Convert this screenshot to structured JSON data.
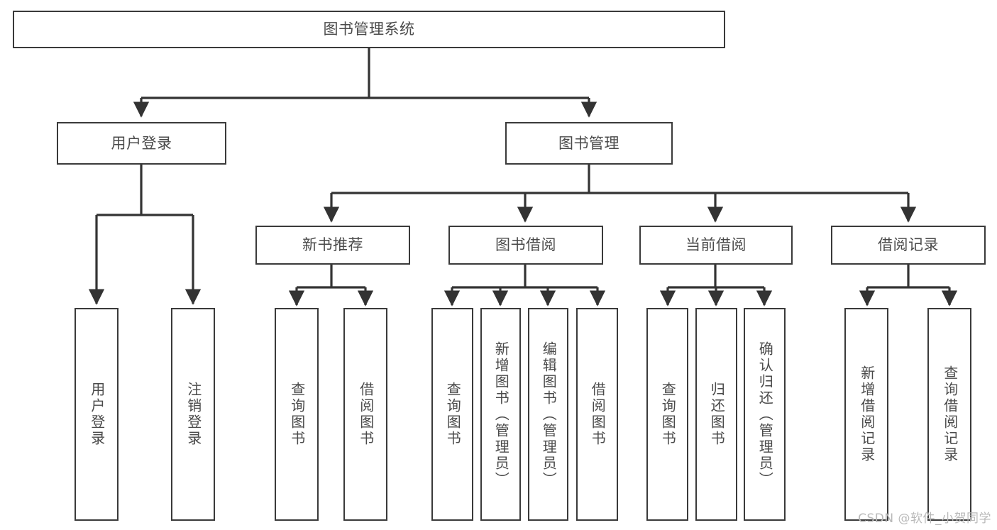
{
  "diagram": {
    "title": "图书管理系统",
    "watermark": "CSDN @软件_小贺同学",
    "colors": {
      "border": "#3a3a3a",
      "text": "#4a4a4a",
      "background": "#ffffff",
      "edge": "#333333",
      "watermark": "#b9b9b9"
    },
    "nodes": {
      "root": {
        "label": "图书管理系统",
        "level": 1,
        "orientation": "horizontal"
      },
      "user_login": {
        "label": "用户登录",
        "level": 2,
        "orientation": "horizontal"
      },
      "book_manage": {
        "label": "图书管理",
        "level": 2,
        "orientation": "horizontal"
      },
      "new_book_rec": {
        "label": "新书推荐",
        "level": 3,
        "orientation": "horizontal"
      },
      "book_borrow": {
        "label": "图书借阅",
        "level": 3,
        "orientation": "horizontal"
      },
      "current_borrow": {
        "label": "当前借阅",
        "level": 3,
        "orientation": "horizontal"
      },
      "borrow_record": {
        "label": "借阅记录",
        "level": 3,
        "orientation": "horizontal"
      },
      "leaf_user_login": {
        "label": "用户登录",
        "level": 4,
        "orientation": "vertical"
      },
      "leaf_logout": {
        "label": "注销登录",
        "level": 4,
        "orientation": "vertical"
      },
      "leaf_query_book_1": {
        "label": "查询图书",
        "level": 4,
        "orientation": "vertical"
      },
      "leaf_borrow_book_1": {
        "label": "借阅图书",
        "level": 4,
        "orientation": "vertical"
      },
      "leaf_query_book_2": {
        "label": "查询图书",
        "level": 4,
        "orientation": "vertical"
      },
      "leaf_add_book": {
        "label": "新增图书（管理员）",
        "level": 4,
        "orientation": "vertical"
      },
      "leaf_edit_book": {
        "label": "编辑图书（管理员）",
        "level": 4,
        "orientation": "vertical"
      },
      "leaf_borrow_book_2": {
        "label": "借阅图书",
        "level": 4,
        "orientation": "vertical"
      },
      "leaf_query_book_3": {
        "label": "查询图书",
        "level": 4,
        "orientation": "vertical"
      },
      "leaf_return_book": {
        "label": "归还图书",
        "level": 4,
        "orientation": "vertical"
      },
      "leaf_confirm_return": {
        "label": "确认归还（管理员）",
        "level": 4,
        "orientation": "vertical"
      },
      "leaf_add_record": {
        "label": "新增借阅记录",
        "level": 4,
        "orientation": "vertical"
      },
      "leaf_query_record": {
        "label": "查询借阅记录",
        "level": 4,
        "orientation": "vertical"
      }
    },
    "edges": [
      {
        "from": "root",
        "to": "user_login"
      },
      {
        "from": "root",
        "to": "book_manage"
      },
      {
        "from": "user_login",
        "to": "leaf_user_login"
      },
      {
        "from": "user_login",
        "to": "leaf_logout"
      },
      {
        "from": "book_manage",
        "to": "new_book_rec"
      },
      {
        "from": "book_manage",
        "to": "book_borrow"
      },
      {
        "from": "book_manage",
        "to": "current_borrow"
      },
      {
        "from": "book_manage",
        "to": "borrow_record"
      },
      {
        "from": "new_book_rec",
        "to": "leaf_query_book_1"
      },
      {
        "from": "new_book_rec",
        "to": "leaf_borrow_book_1"
      },
      {
        "from": "book_borrow",
        "to": "leaf_query_book_2"
      },
      {
        "from": "book_borrow",
        "to": "leaf_add_book"
      },
      {
        "from": "book_borrow",
        "to": "leaf_edit_book"
      },
      {
        "from": "book_borrow",
        "to": "leaf_borrow_book_2"
      },
      {
        "from": "current_borrow",
        "to": "leaf_query_book_3"
      },
      {
        "from": "current_borrow",
        "to": "leaf_return_book"
      },
      {
        "from": "current_borrow",
        "to": "leaf_confirm_return"
      },
      {
        "from": "borrow_record",
        "to": "leaf_add_record"
      },
      {
        "from": "borrow_record",
        "to": "leaf_query_record"
      }
    ]
  }
}
